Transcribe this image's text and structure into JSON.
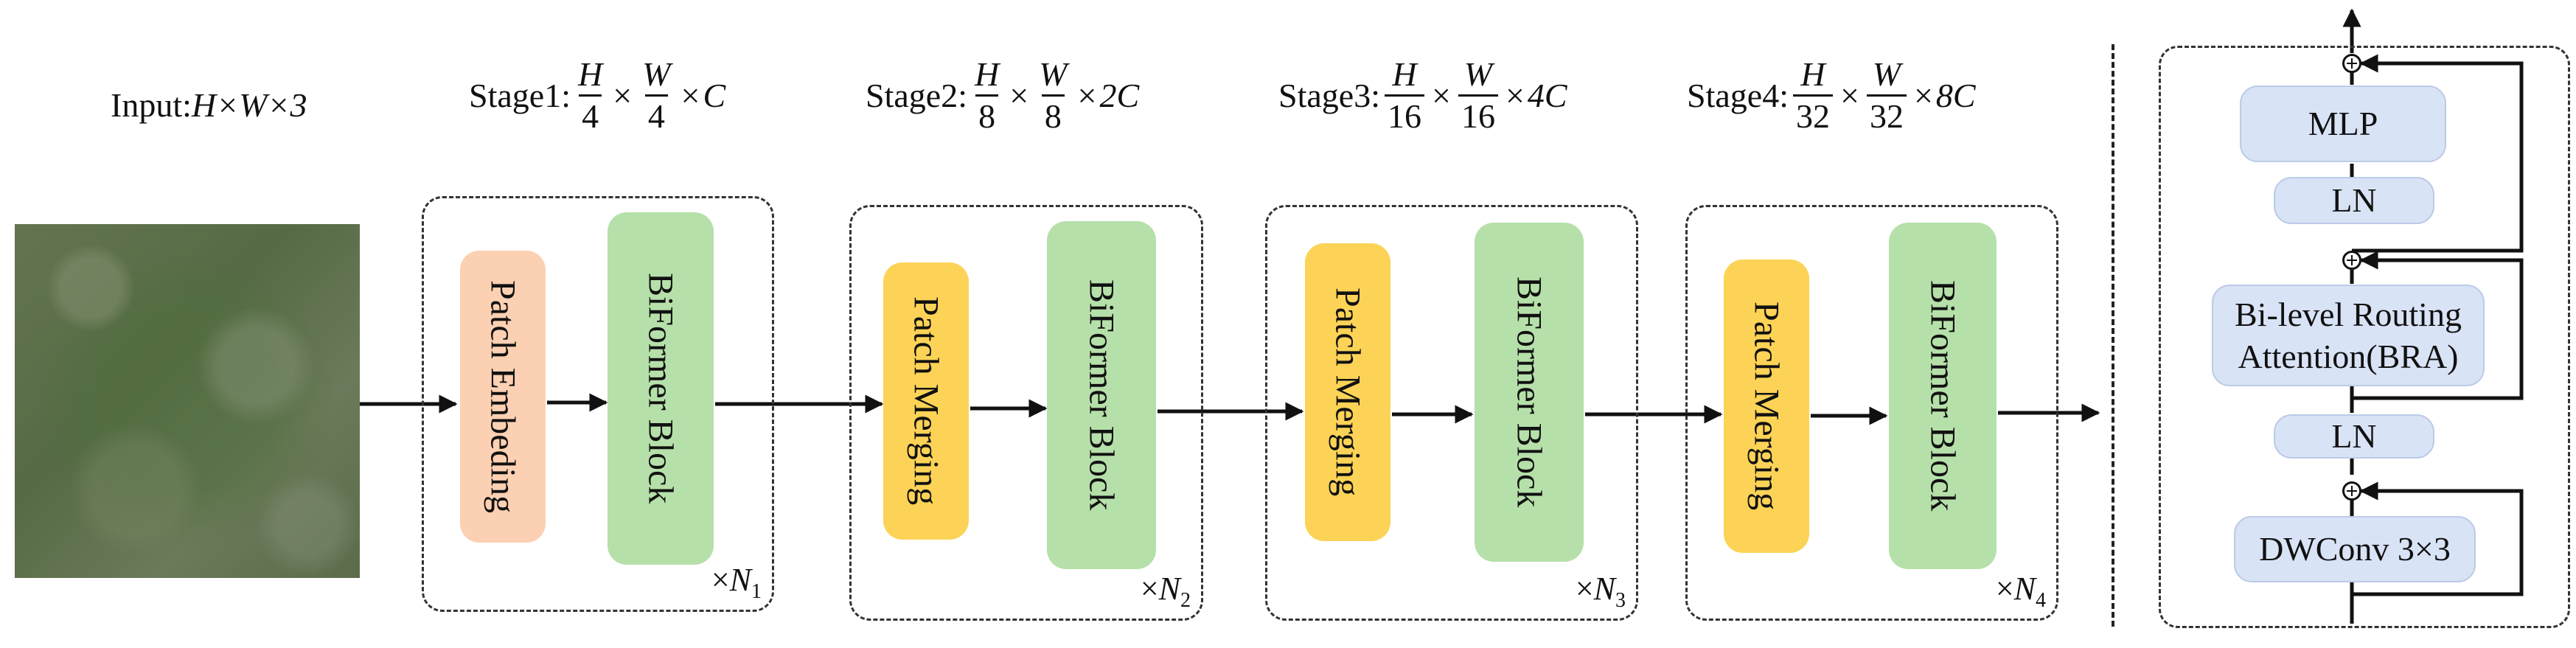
{
  "input": {
    "label": "Input:",
    "dims": "H×W×3"
  },
  "stages": [
    {
      "name": "Stage1:",
      "hden": "4",
      "wden": "4",
      "channels": "C",
      "first_block": "Patch Embeding",
      "second_block": "BiFormer Block",
      "repeat_sub": "1"
    },
    {
      "name": "Stage2:",
      "hden": "8",
      "wden": "8",
      "channels": "2C",
      "first_block": "Patch Merging",
      "second_block": "BiFormer Block",
      "repeat_sub": "2"
    },
    {
      "name": "Stage3:",
      "hden": "16",
      "wden": "16",
      "channels": "4C",
      "first_block": "Patch Merging",
      "second_block": "BiFormer Block",
      "repeat_sub": "3"
    },
    {
      "name": "Stage4:",
      "hden": "32",
      "wden": "32",
      "channels": "8C",
      "first_block": "Patch Merging",
      "second_block": "BiFormer Block",
      "repeat_sub": "4"
    }
  ],
  "symbols": {
    "H": "H",
    "W": "W",
    "times": "×",
    "N": "N"
  },
  "block_detail": {
    "mlp": "MLP",
    "ln_top": "LN",
    "bra_line1": "Bi-level Routing",
    "bra_line2": "Attention(BRA)",
    "ln_bottom": "LN",
    "dwconv": "DWConv 3×3"
  },
  "colors": {
    "patch_embedding": "#fcd0b2",
    "biformer_block": "#b6e0a9",
    "patch_merging": "#fcd356",
    "detail_block": "#d9e3f6"
  }
}
